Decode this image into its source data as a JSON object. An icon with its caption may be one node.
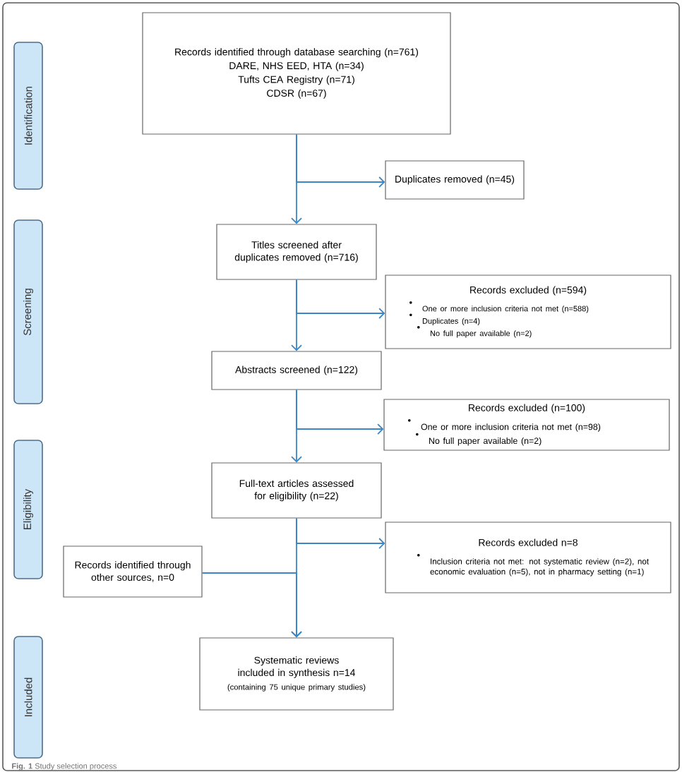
{
  "diagram": {
    "caption": "**Fig. 1** Study selection process",
    "nodes": [
      {
        "text": [
          "Records identified through database searching (n=761)",
          "DARE, NHS EED, HTA (n=34)",
          "Tufts CEA Registry (n=71)",
          "CDSR (n=67)"
        ]
      },
      {
        "text": [
          "Duplicates removed (n=45)"
        ]
      },
      {
        "text": [
          "Titles screened after duplicates removed (n=716)"
        ]
      },
      {
        "text": [
          "Records excluded (n=594)",
          "One or more inclusion criteria not met (n=588)",
          "Duplicates (n=4)",
          "No full paper available (n=2)"
        ]
      },
      {
        "text": [
          "Abstracts screened (n=122)"
        ]
      },
      {
        "text": [
          "Records excluded (n=100)",
          "One or more inclusion criteria not met (n=98)",
          "No full paper available (n=2)"
        ]
      },
      {
        "text": [
          "Full-text articles assessed for eligibility (n=22)"
        ]
      },
      {
        "text": [
          "Records identified through other sources, n=0"
        ]
      },
      {
        "text": [
          "Records excluded n=8",
          "Inclusion criteria not met: not systematic review (n=2), not economic evaluation (n=5), not in pharmacy setting (n=1)"
        ]
      },
      {
        "text": [
          "Systematic reviews included in synthesis n=14",
          "(containing 75 unique primary studies)"
        ]
      },
      {
        "text": [
          "Identification"
        ]
      },
      {
        "text": [
          "Screening"
        ]
      },
      {
        "text": [
          "Eligibility"
        ]
      },
      {
        "text": [
          "Included"
        ]
      }
    ],
    "edges": [
      {
        "from": 0,
        "to": 2,
        "arrow": "to"
      },
      {
        "from": 0,
        "to": 1,
        "arrow": "to"
      },
      {
        "from": 2,
        "to": 4,
        "arrow": "to"
      },
      {
        "from": 2,
        "to": 3,
        "arrow": "to"
      },
      {
        "from": 4,
        "to": 6,
        "arrow": "to"
      },
      {
        "from": 4,
        "to": 5,
        "arrow": "to"
      },
      {
        "from": 6,
        "to": 9,
        "arrow": "to"
      },
      {
        "from": 6,
        "to": 8,
        "arrow": "to"
      },
      {
        "from": 7,
        "to": 9,
        "arrow": "to"
      }
    ]
  }
}
